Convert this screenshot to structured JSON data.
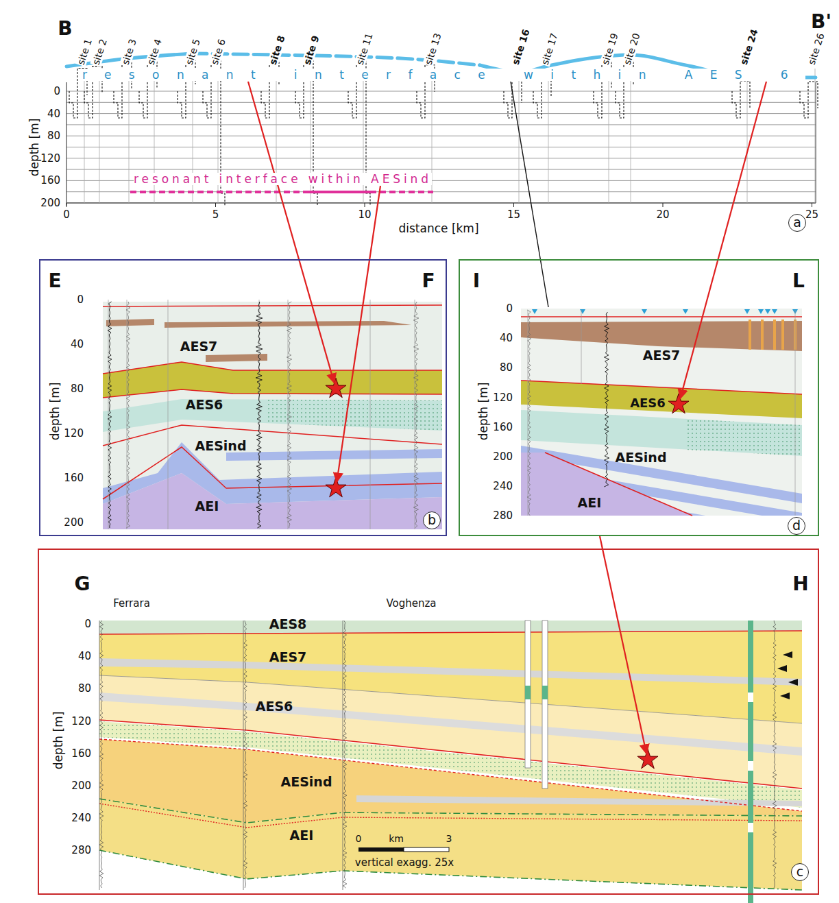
{
  "diagram": {
    "nodes": [
      {
        "text": [
          "a"
        ]
      },
      {
        "text": [
          "resonant interface within AES 6"
        ],
        "in": 0
      },
      {
        "text": [
          "resonant interface within AESind"
        ],
        "in": 0
      },
      {
        "text": [
          "b"
        ]
      },
      {
        "text": [
          "d"
        ]
      },
      {
        "text": [
          "c"
        ]
      }
    ],
    "edges": [
      {
        "from": 1,
        "to": 3,
        "arrow": "to"
      },
      {
        "from": 2,
        "to": 3,
        "arrow": "to"
      },
      {
        "from": 1,
        "to": 4,
        "arrow": "none"
      },
      {
        "from": 1,
        "to": 4,
        "arrow": "to"
      },
      {
        "from": 4,
        "to": 5,
        "arrow": "to"
      }
    ],
    "labels": [
      "B",
      "B'",
      "site 1",
      "site 2",
      "site 3",
      "site 4",
      "site 5",
      "site 6",
      "site 8",
      "site 9",
      "site 11",
      "site 13",
      "site 16",
      "site 17",
      "site 19",
      "site 20",
      "site 24",
      "site 26",
      "depth [m]",
      "0",
      "40",
      "80",
      "120",
      "160",
      "200",
      "0",
      "5",
      "10",
      "15",
      "20",
      "25",
      "distance [km]",
      "E",
      "F",
      "0",
      "40",
      "80",
      "120",
      "160",
      "200",
      "depth [m]",
      "AES7",
      "AES6",
      "AESind",
      "AEI",
      "I",
      "L",
      "0",
      "40",
      "80",
      "120",
      "160",
      "200",
      "240",
      "280",
      "depth [m]",
      "AES7",
      "AES6",
      "AESind",
      "AEI",
      "G",
      "H",
      "Ferrara",
      "Voghenza",
      "AES8",
      "AES7",
      "AES6",
      "AESind",
      "AEI",
      "0",
      "40",
      "80",
      "120",
      "160",
      "200",
      "240",
      "280",
      "depth [m]",
      "0",
      "km",
      "3",
      "vertical exagg. 25x"
    ]
  }
}
